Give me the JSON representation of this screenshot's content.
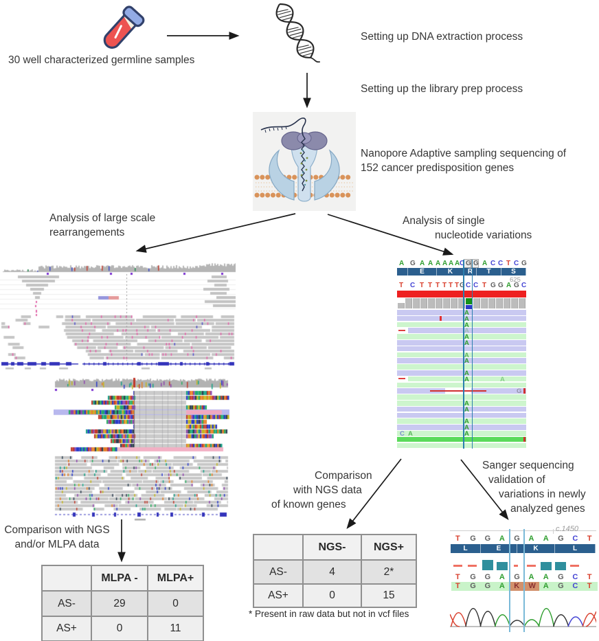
{
  "colors": {
    "base_A": "#2f9e2f",
    "base_C": "#4444d4",
    "base_G": "#606060",
    "base_T": "#d9402e",
    "amino_band": "#2b5f8e",
    "variant_line": "#2b7fae",
    "teal_bar": "#2f8f9d",
    "red_dash": "#ef7163",
    "highlight_cell": "#d2906b",
    "arrow": "#1a1a1a"
  },
  "intro": {
    "samples_label": "30 well characterized germline samples",
    "dna_extraction_label": "Setting up DNA extraction process",
    "library_prep_label": "Setting up the library prep process",
    "nanopore_label_line1": "Nanopore Adaptive sampling sequencing of",
    "nanopore_label_line2": "152 cancer predisposition genes"
  },
  "branches": {
    "left_line1": "Analysis of large scale",
    "left_line2": "rearrangements",
    "right_line1": "Analysis of single",
    "right_line2": "nucleotide variations"
  },
  "igv_snv": {
    "ref_sequence": "AGAAAAAACGGACCTCG",
    "amino_acids": [
      "E",
      "K",
      "R",
      "T",
      "S"
    ],
    "coordinate_label": "625",
    "read_sequence": "TCTTTTTTGCCTGGAGC",
    "alt_base": "A",
    "stray_left_bases": [
      "C",
      "A"
    ],
    "stray_right_base": "G"
  },
  "comparison_mlpa": {
    "label_line1": "Comparison with NGS",
    "label_line2": "and/or MLPA data",
    "table": {
      "headers": [
        "",
        "MLPA -",
        "MLPA+"
      ],
      "rows": [
        [
          "AS-",
          "29",
          "0"
        ],
        [
          "AS+",
          "0",
          "11"
        ]
      ]
    }
  },
  "comparison_ngs": {
    "label_line1": "Comparison",
    "label_line2": "with NGS data",
    "label_line3": "of known genes",
    "table": {
      "headers": [
        "",
        "NGS-",
        "NGS+"
      ],
      "rows": [
        [
          "AS-",
          "4",
          "2*"
        ],
        [
          "AS+",
          "0",
          "15"
        ]
      ]
    },
    "footnote": "* Present in raw data but not in vcf files"
  },
  "sanger": {
    "label_line1": "Sanger sequencing",
    "label_line2": "validation of",
    "label_line3": "variations in newly",
    "label_line4": "analyzed genes",
    "coordinate_label": "c.1450",
    "top_sequence": "TGGAGAAGCT",
    "amino_acids": [
      "L",
      "E",
      "K",
      "L"
    ],
    "read_sequence": "TGGAGAAGCT",
    "call_sequence": "TGGAKWAGCT",
    "highlight_positions": [
      4,
      5
    ]
  }
}
